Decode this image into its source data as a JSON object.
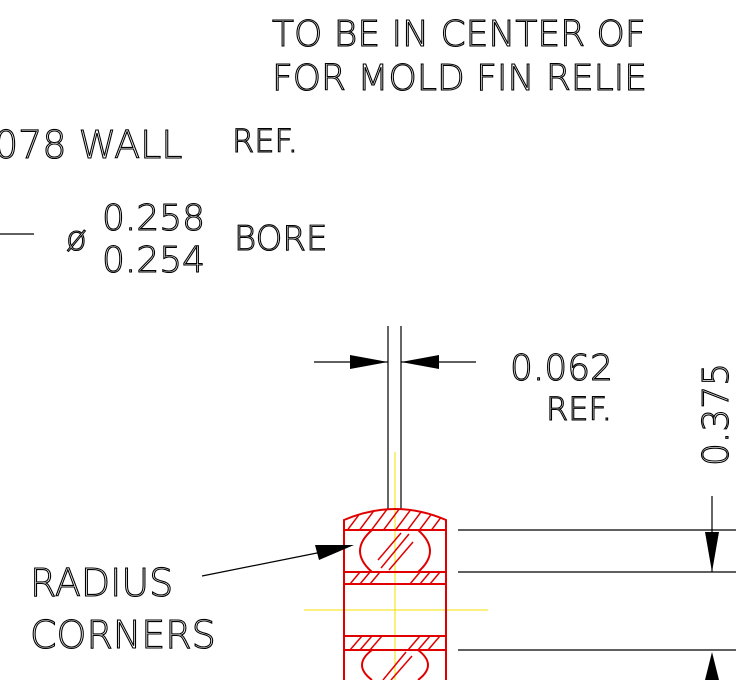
{
  "notes": {
    "line1": "TO BE IN CENTER OF",
    "line2": "FOR MOLD FIN RELIE"
  },
  "wall": {
    "text": "078 WALL",
    "ref": "REF."
  },
  "bore": {
    "symbol": "ø",
    "upper": "0.258",
    "lower": "0.254",
    "label": "BORE"
  },
  "width_dim": {
    "value": "0.062",
    "ref": "REF."
  },
  "height_dim": {
    "value": "0.375"
  },
  "callout": {
    "line1": "RADIUS",
    "line2": "CORNERS"
  },
  "colors": {
    "part": "#e00000",
    "centerline": "#f3e000",
    "dimension": "#000000"
  }
}
